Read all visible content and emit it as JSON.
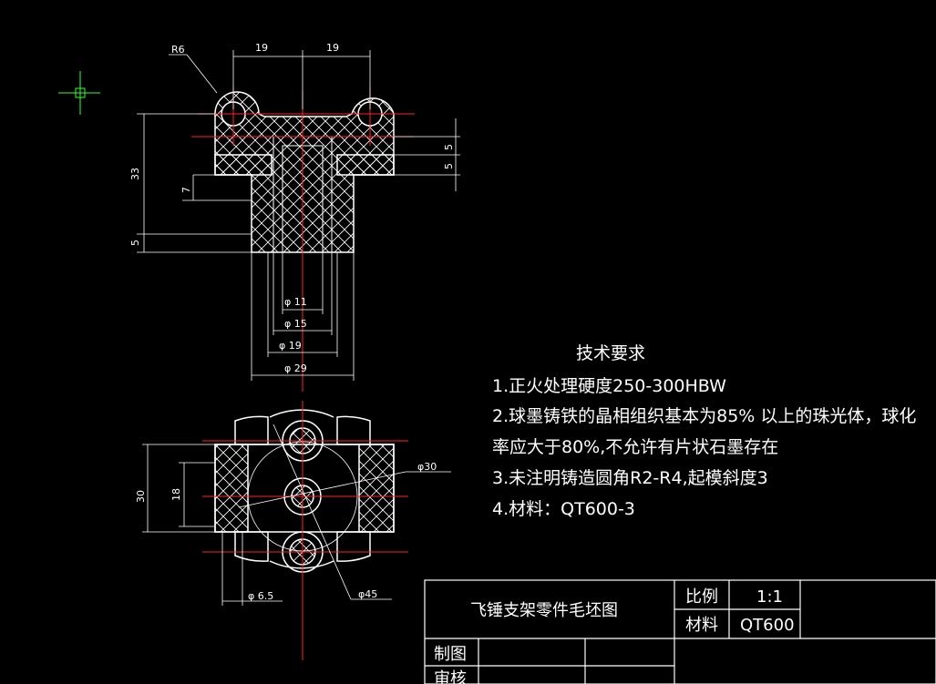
{
  "drawing": {
    "dimensions": {
      "r6": "R6",
      "w19_left": "19",
      "w19_right": "19",
      "h33": "33",
      "h7": "7",
      "h5_left": "5",
      "h5_right_a": "5",
      "h5_right_b": "5",
      "d11": "φ 11",
      "d15": "φ 15",
      "d19": "φ 19",
      "d29": "φ 29",
      "h30": "30",
      "h18": "18",
      "d30": "φ30",
      "d6_5": "φ 6.5",
      "d45": "φ45"
    }
  },
  "notes": {
    "title": "技术要求",
    "lines": [
      "1.正火处理硬度250-300HBW",
      "2.球墨铸铁的晶相组织基本为85% 以上的珠光体，球化",
      "率应大于80%,不允许有片状石墨存在",
      "3.未注明铸造圆角R2-R4,起模斜度3",
      "4.材料：QT600-3"
    ]
  },
  "title_block": {
    "name": "飞锤支架零件毛坯图",
    "scale_label": "比例",
    "scale_value": "1:1",
    "material_label": "材料",
    "material_value": "QT600",
    "drawn_label": "制图",
    "checked_label": "审核"
  }
}
